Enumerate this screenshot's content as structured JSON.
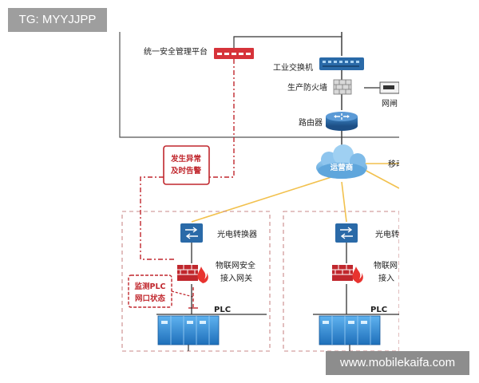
{
  "badge": {
    "text": "TG: MYYJJPP"
  },
  "watermark": {
    "text": "www.mobilekaifa.com"
  },
  "labels": {
    "platform": "统一安全管理平台",
    "industrial_switch": "工业交换机",
    "firewall": "生产防火墙",
    "gateway_partial": "网闸",
    "router": "路由器",
    "carrier": "运营商",
    "mobile_partial": "移动",
    "alarm_line1": "发生异常",
    "alarm_line2": "及时告警",
    "converter_left": "光电转换器",
    "converter_right": "光电转",
    "iot_gw_left_line1": "物联网安全",
    "iot_gw_left_line2": "接入网关",
    "iot_gw_right_line1": "物联网",
    "iot_gw_right_line2": "接入",
    "monitor_line1": "监测PLC",
    "monitor_line2": "网口状态",
    "plc_left": "PLC",
    "plc_right": "PLC"
  },
  "colors": {
    "alarm_red": "#c0272d",
    "switch_blue": "#2a6aa8",
    "cloud_blue": "#6fb1e0",
    "link_yellow": "#f2c14e",
    "plc_blue": "#2f8fdc"
  }
}
